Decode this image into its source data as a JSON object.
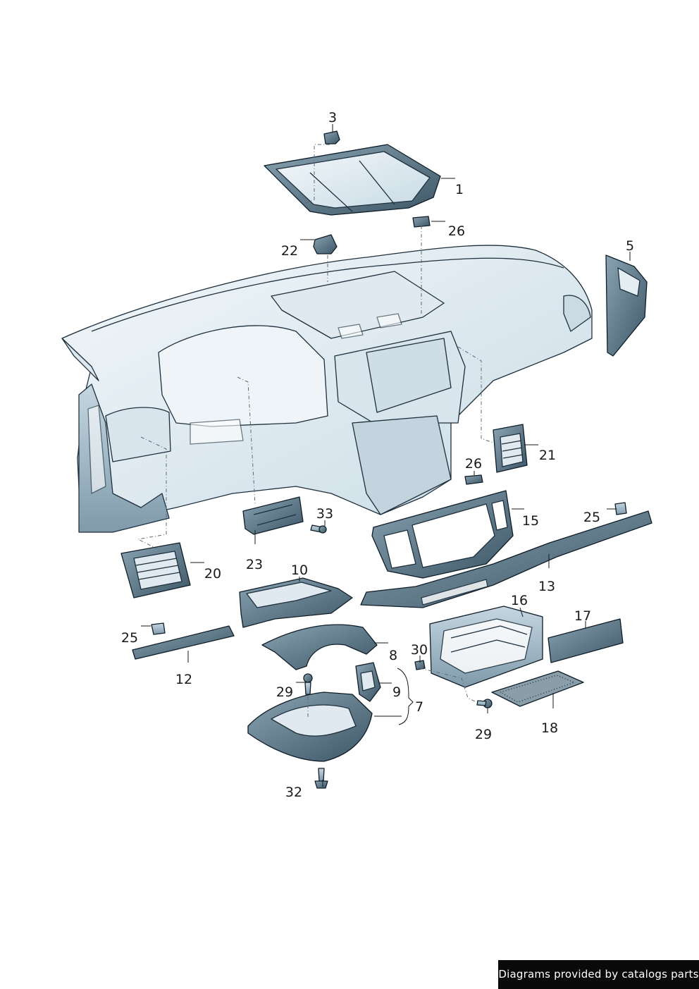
{
  "callouts": {
    "c1": "1",
    "c3": "3",
    "c5": "5",
    "c7": "7",
    "c8": "8",
    "c9": "9",
    "c10": "10",
    "c12": "12",
    "c13": "13",
    "c15": "15",
    "c16": "16",
    "c17": "17",
    "c18": "18",
    "c20": "20",
    "c21": "21",
    "c22": "22",
    "c23": "23",
    "c25a": "25",
    "c25b": "25",
    "c26a": "26",
    "c26b": "26",
    "c29a": "29",
    "c29b": "29",
    "c30": "30",
    "c32": "32",
    "c33": "33"
  },
  "credit": "Diagrams provided by catalogs parts",
  "colors": {
    "light_part": "#e6f0f5",
    "mid_part": "#a9c0cd",
    "dark_part": "#54707f",
    "outline": "#1e2f3d",
    "text": "#1a1a1a"
  }
}
